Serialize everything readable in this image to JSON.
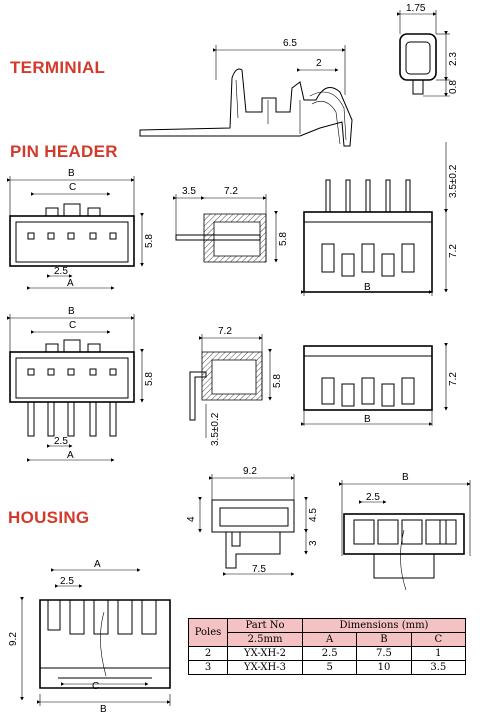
{
  "sections": {
    "terminal": "TERMINIAL",
    "pin_header": "PIN HEADER",
    "housing": "HOUSING"
  },
  "dims": {
    "terminal_width": "1.75",
    "terminal_len": "6.5",
    "terminal_2": "2",
    "terminal_h": "2.3",
    "terminal_08": "0.8",
    "ph_B": "B",
    "ph_C": "C",
    "ph_A": "A",
    "ph_25": "2.5",
    "ph_58": "5.8",
    "ph_35": "3.5",
    "ph_72": "7.2",
    "ph_35pm": "3.5±0.2",
    "ho_92": "9.2",
    "ho_4": "4",
    "ho_45": "4.5",
    "ho_3": "3",
    "ho_75": "7.5"
  },
  "table": {
    "col_poles": "Poles",
    "col_part": "Part No",
    "col_part_sub": "2.5mm",
    "col_dims": "Dimensions (mm)",
    "col_a": "A",
    "col_b": "B",
    "col_c": "C",
    "rows": [
      {
        "poles": "2",
        "part": "YX-XH-2",
        "a": "2.5",
        "b": "7.5",
        "c": "1"
      },
      {
        "poles": "3",
        "part": "YX-XH-3",
        "a": "5",
        "b": "10",
        "c": "3.5"
      }
    ]
  }
}
